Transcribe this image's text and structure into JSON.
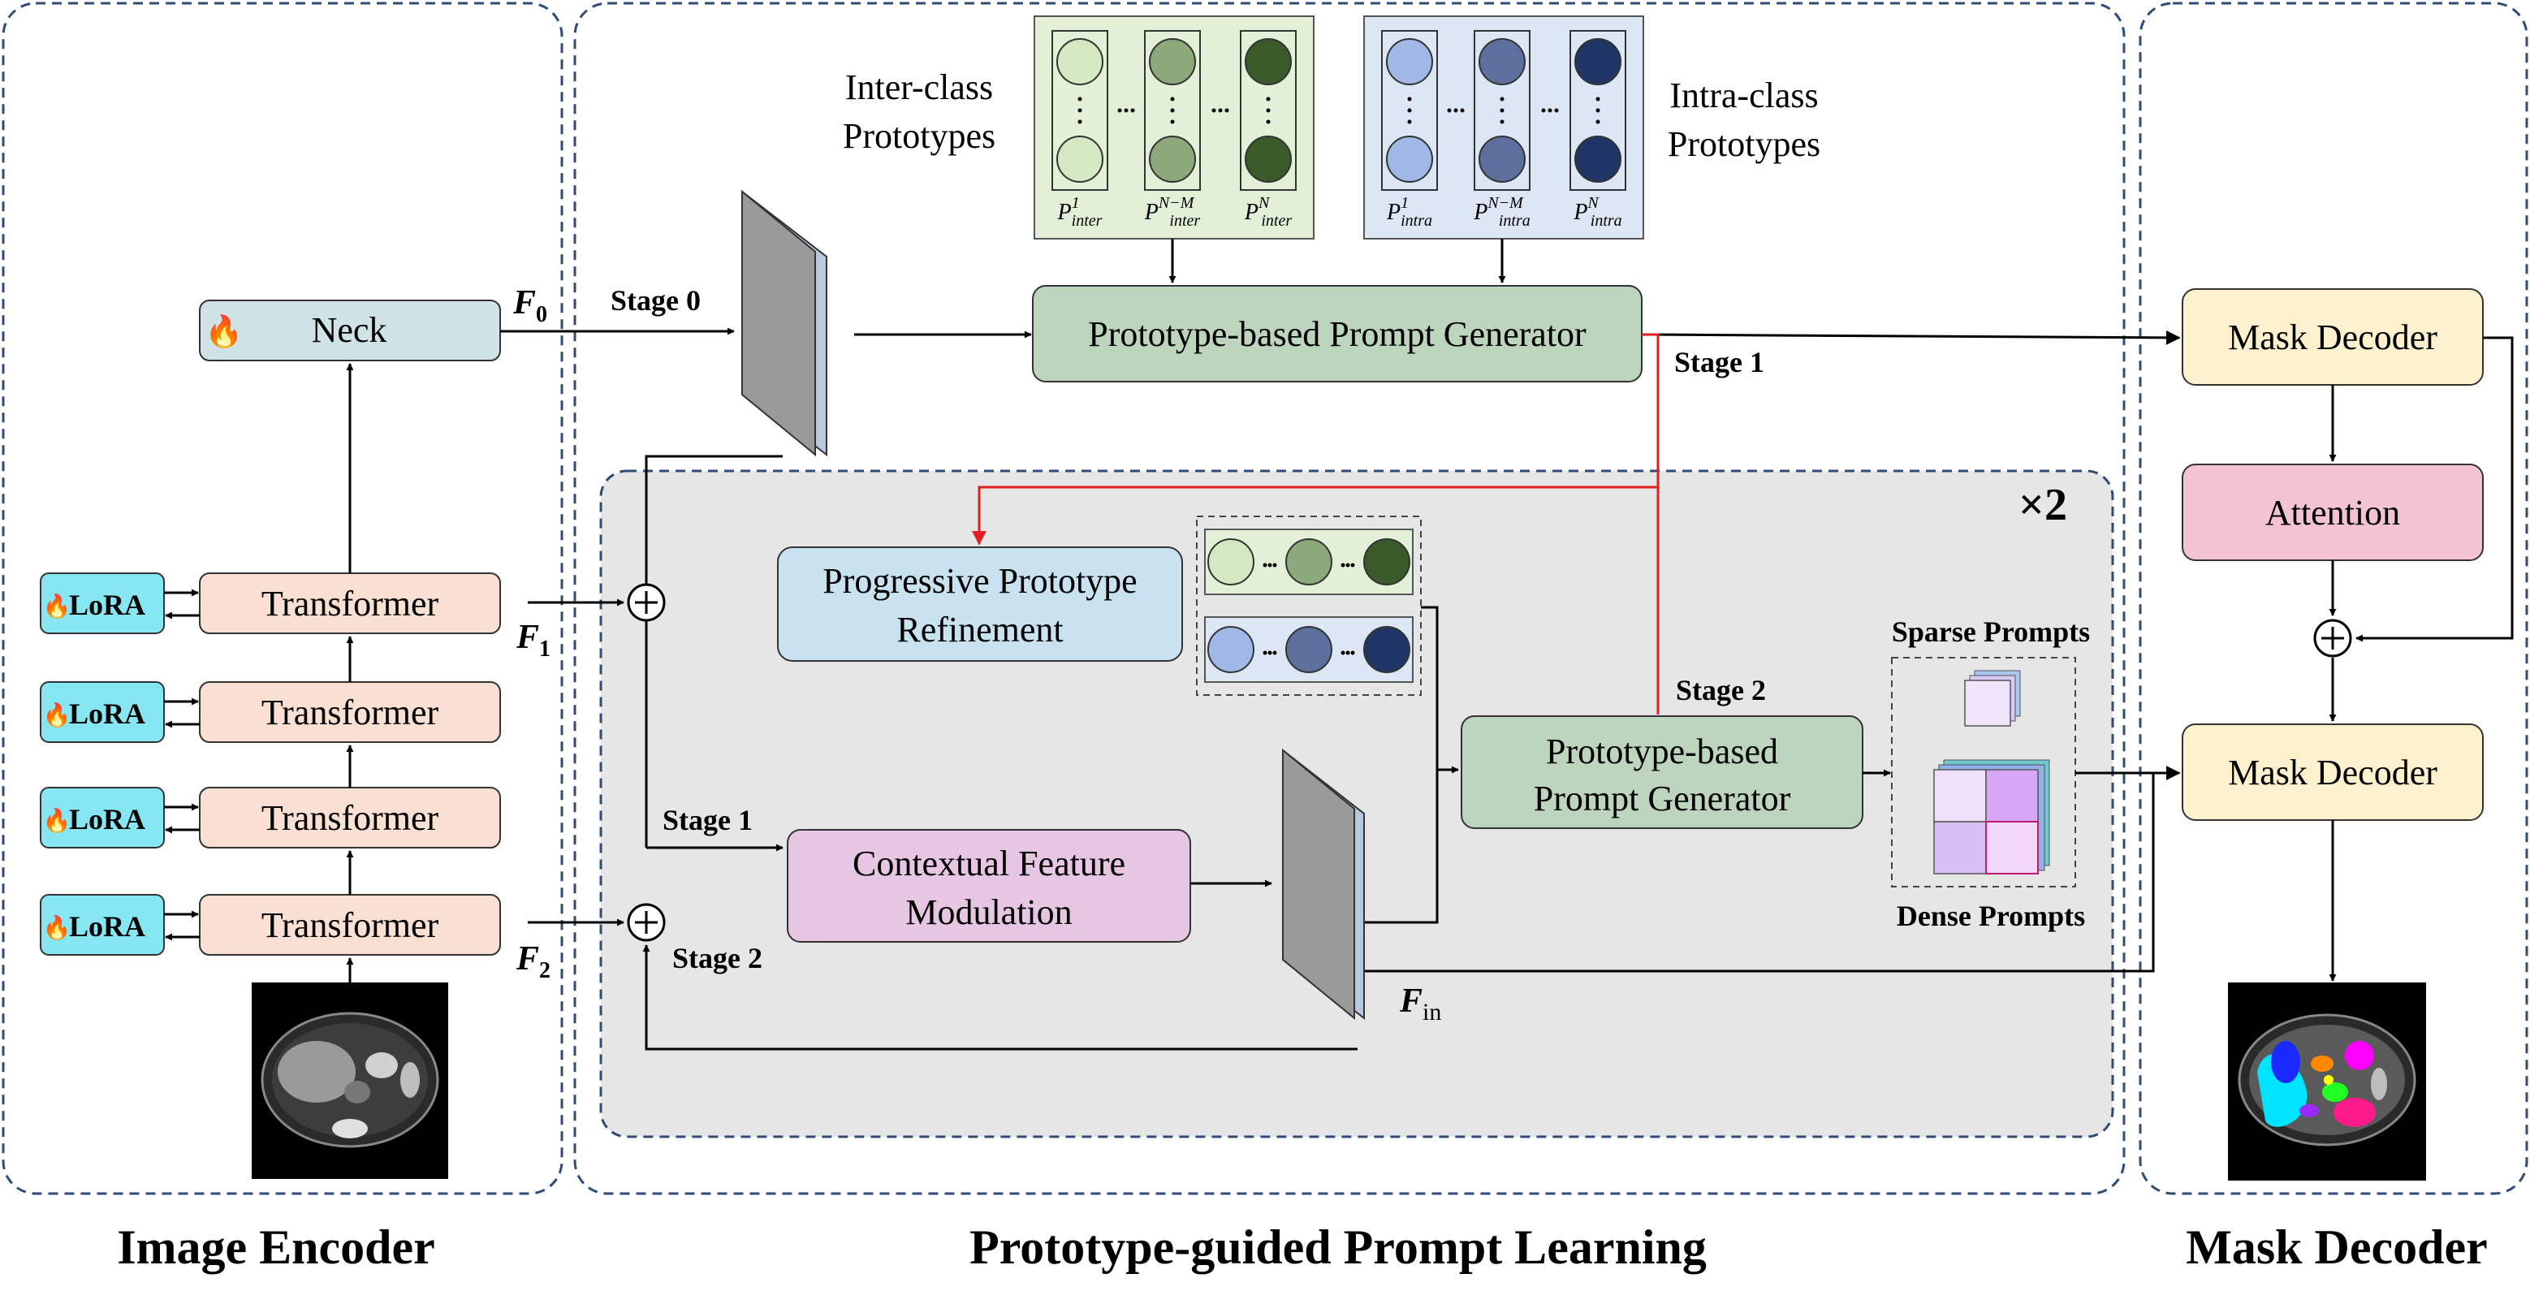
{
  "sections": {
    "encoder_title": "Image Encoder",
    "prompt_title": "Prototype-guided Prompt Learning",
    "decoder_title": "Mask Decoder"
  },
  "encoder": {
    "neck_label": "Neck",
    "transformer_label": "Transformer",
    "lora_label": "LoRA",
    "f0_label": "F",
    "f0_sub": "0",
    "f1_label": "F",
    "f1_sub": "1",
    "f2_label": "F",
    "f2_sub": "2"
  },
  "prototypes": {
    "inter_title_line1": "Inter-class",
    "inter_title_line2": "Prototypes",
    "intra_title_line1": "Intra-class",
    "intra_title_line2": "Prototypes",
    "inter_labels": [
      {
        "base": "P",
        "sup": "1",
        "sub": "inter"
      },
      {
        "base": "P",
        "sup": "N−M",
        "sub": "inter"
      },
      {
        "base": "P",
        "sup": "N",
        "sub": "inter"
      }
    ],
    "intra_labels": [
      {
        "base": "P",
        "sup": "1",
        "sub": "intra"
      },
      {
        "base": "P",
        "sup": "N−M",
        "sub": "intra"
      },
      {
        "base": "P",
        "sup": "N",
        "sub": "intra"
      }
    ],
    "inter_colors": [
      "#d4e8c2",
      "#8ba97a",
      "#3a5a2a"
    ],
    "intra_colors": [
      "#9fb8e6",
      "#5d6f9c",
      "#1f3566"
    ]
  },
  "prompt": {
    "stage0": "Stage 0",
    "stage1_top": "Stage 1",
    "stage1_left": "Stage 1",
    "stage2_right": "Stage 2",
    "stage2_left": "Stage 2",
    "ppg_top": "Prototype-based Prompt Generator",
    "ppg_mid_line1": "Prototype-based",
    "ppg_mid_line2": "Prompt Generator",
    "ppr_line1": "Progressive Prototype",
    "ppr_line2": "Refinement",
    "cfm_line1": "Contextual Feature",
    "cfm_line2": "Modulation",
    "repeat": "×2",
    "sparse": "Sparse Prompts",
    "dense": "Dense Prompts",
    "fin_label": "F",
    "fin_sub": "in"
  },
  "decoder": {
    "mask_decoder_top": "Mask Decoder",
    "attention": "Attention",
    "mask_decoder_bottom": "Mask Decoder"
  },
  "colors": {
    "border_dash": "#2f4b78",
    "neck_fill": "#cfe3e6",
    "transformer_fill": "#f9e0d2",
    "lora_fill": "#86e6f2",
    "ppg_fill": "#bdd5bd",
    "ppr_fill": "#c8e3ef",
    "cfm_fill": "#e6c6e2",
    "mask_fill": "#fdf1cd",
    "attention_fill": "#f3c3d2",
    "grey_panel": "#e6e6e6",
    "inter_panel": "#e3f0d8",
    "intra_panel": "#dde6f5",
    "red_line": "#e02020"
  }
}
